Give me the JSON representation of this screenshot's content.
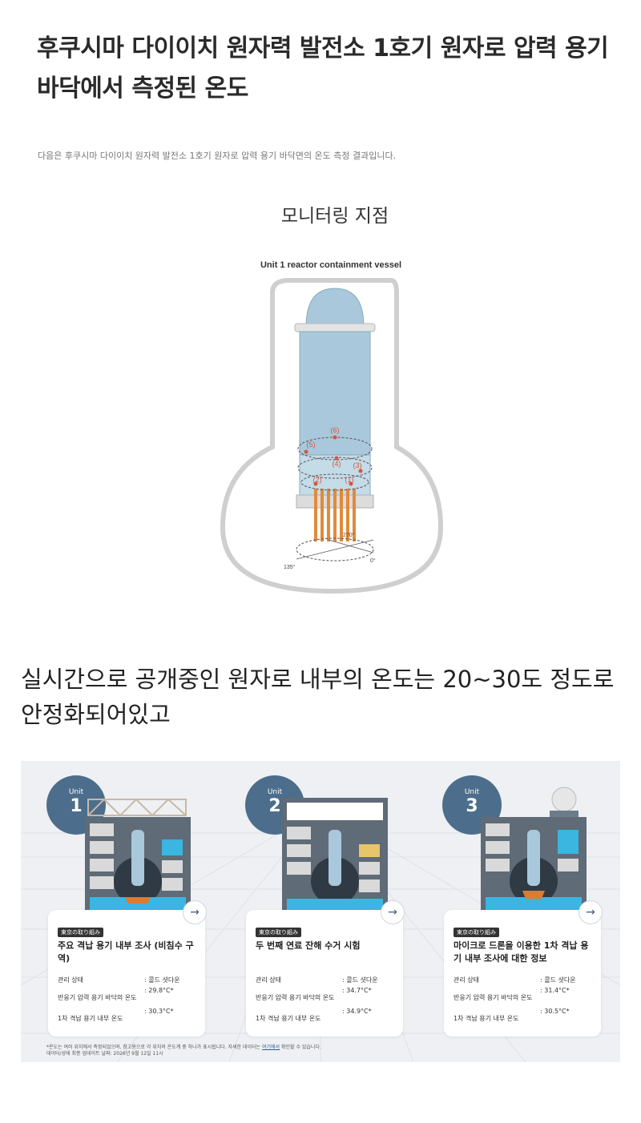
{
  "article": {
    "title": "후쿠시마 다이이치 원자력 발전소 1호기 원자로 압력 용기 바닥에서 측정된 온도",
    "intro": "다음은 후쿠시마 다이이치 원자력 발전소 1호기 원자로 압력 용기 바닥면의 온도 측정 결과입니다.",
    "monitoring_title": "모니터링 지점",
    "summary": "실시간으로 공개중인 원자로 내부의 온도는 20~30도 정도로 안정화되어있고"
  },
  "diagram": {
    "title": "Unit 1 reactor containment vessel",
    "points": [
      "(6)",
      "(5)",
      "(4)",
      "(3)",
      "(2)",
      "(1)"
    ],
    "angles": [
      "270°",
      "135°",
      "0°"
    ]
  },
  "units": [
    {
      "badge_small": "Unit",
      "badge_num": "1",
      "tag": "東京の取り組み",
      "title": "주요 격납 용기 내부 조사 (비침수 구역)",
      "status_label": "관리 상태",
      "status_value": ": 콜드 셧다운",
      "rpv_label": "반응기 압력 용기 바닥의 온도",
      "rpv_value": ": 29.8°C*",
      "pcv_label": "1차 격납 용기 내부 온도",
      "pcv_value": ": 30.3°C*"
    },
    {
      "badge_small": "Unit",
      "badge_num": "2",
      "tag": "東京の取り組み",
      "title": "두 번째 연료 잔해 수거 시험",
      "status_label": "관리 상태",
      "status_value": ": 콜드 셧다운",
      "rpv_label": "반응기 압력 용기 바닥의 온도",
      "rpv_value": ": 34.7°C*",
      "pcv_label": "1차 격납 용기 내부 온도",
      "pcv_value": ": 34.9°C*"
    },
    {
      "badge_small": "Unit",
      "badge_num": "3",
      "tag": "東京の取り組み",
      "title": "마이크로 드론을 이용한 1차 격납 용기 내부 조사에 대한 정보",
      "status_label": "관리 상태",
      "status_value": ": 콜드 셧다운",
      "rpv_label": "반응기 압력 용기 바닥의 온도",
      "rpv_value": ": 31.4°C*",
      "pcv_label": "1차 격납 용기 내부 온도",
      "pcv_value": ": 30.5°C*"
    }
  ],
  "footnote": {
    "line1_a": "*온도는 여러 위치에서 측정되었으며, 참고용으로 각 위치의 온도계 중 하나가 표시됩니다. 자세한 데이터는 ",
    "link": "여기에서",
    "line1_b": " 확인할 수 있습니다.",
    "line2": "데이터/상태 최종 업데이트 날짜: 2026년 9월 12일 11시"
  },
  "colors": {
    "badge": "#4c6e8c",
    "point": "#d9533b",
    "vessel": "#a9c8dc",
    "rod": "#e08a3c",
    "water": "#3ab6e0"
  },
  "icons": {
    "arrow": "arrow-right-icon"
  }
}
